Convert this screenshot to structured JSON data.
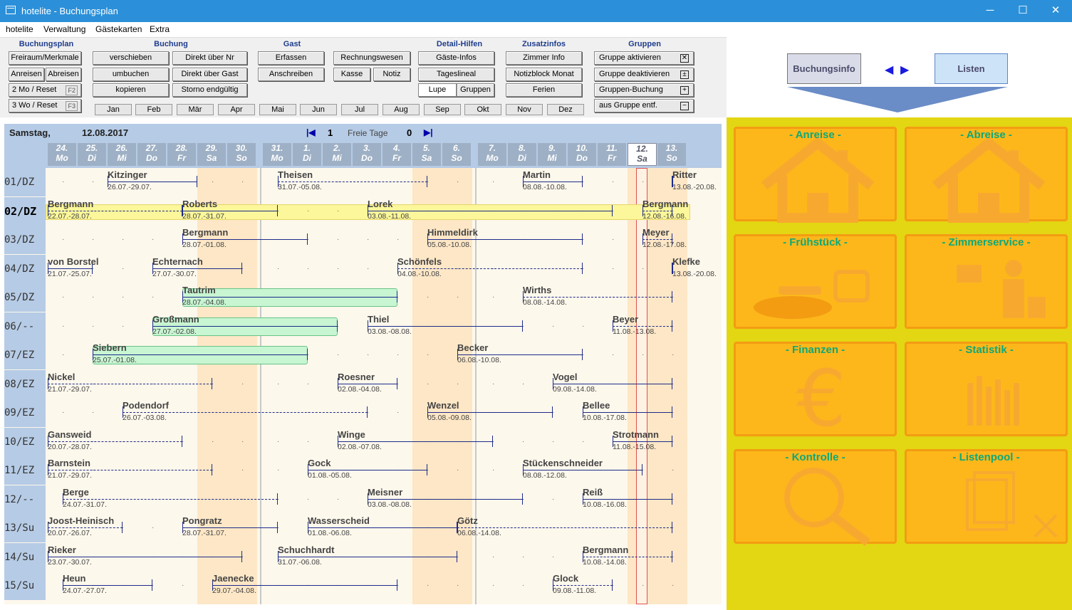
{
  "window": {
    "title": "hotelite - Buchungsplan",
    "min": "─",
    "max": "☐",
    "close": "✕"
  },
  "menu": [
    "hotelite",
    "Verwaltung",
    "Gästekarten",
    "Extra"
  ],
  "groups": {
    "buchungsplan": "Buchungsplan",
    "buchung": "Buchung",
    "gast": "Gast",
    "detail": "Detail-Hilfen",
    "zusatz": "Zusatzinfos",
    "gruppen": "Gruppen"
  },
  "buttons": {
    "freiraum": "Freiraum/Merkmale",
    "anreisen": "Anreisen",
    "abreisen": "Abreisen",
    "mo2": "2 Mo / Reset",
    "f2": "F2",
    "wo3": "3 Wo / Reset",
    "f3": "F3",
    "verschieben": "verschieben",
    "umbuchen": "umbuchen",
    "kopieren": "kopieren",
    "direkt_nr": "Direkt über Nr",
    "direkt_gast": "Direkt über Gast",
    "storno": "Storno endgültig",
    "erfassen": "Erfassen",
    "anschreiben": "Anschreiben",
    "rechnung": "Rechnungswesen",
    "kasse": "Kasse",
    "notiz": "Notiz",
    "gaeste_infos": "Gäste-Infos",
    "tageslineal": "Tageslineal",
    "lupe": "Lupe",
    "gruppen": "Gruppen",
    "zimmer_info": "Zimmer Info",
    "notizblock": "Notizblock Monat",
    "ferien": "Ferien",
    "grp_akt": "Gruppe aktivieren",
    "grp_deakt": "Gruppe deaktivieren",
    "grp_buch": "Gruppen-Buchung",
    "grp_entf": "aus Gruppe entf.",
    "buchungsinfo": "Buchungsinfo",
    "listen": "Listen"
  },
  "months": [
    "Jan",
    "Feb",
    "Mär",
    "Apr",
    "Mai",
    "Jun",
    "Jul",
    "Aug",
    "Sep",
    "Okt",
    "Nov",
    "Dez"
  ],
  "plan": {
    "weekday": "Samstag,",
    "date": "12.08.2017",
    "nav_num": "1",
    "freie_label": "Freie Tage",
    "freie_val": "0"
  },
  "days": [
    {
      "n": "24.",
      "w": "Mo"
    },
    {
      "n": "25.",
      "w": "Di"
    },
    {
      "n": "26.",
      "w": "Mi"
    },
    {
      "n": "27.",
      "w": "Do"
    },
    {
      "n": "28.",
      "w": "Fr"
    },
    {
      "n": "29.",
      "w": "Sa"
    },
    {
      "n": "30.",
      "w": "So"
    },
    {
      "n": "31.",
      "w": "Mo"
    },
    {
      "n": "1.",
      "w": "Di"
    },
    {
      "n": "2.",
      "w": "Mi"
    },
    {
      "n": "3.",
      "w": "Do"
    },
    {
      "n": "4.",
      "w": "Fr"
    },
    {
      "n": "5.",
      "w": "Sa"
    },
    {
      "n": "6.",
      "w": "So"
    },
    {
      "n": "7.",
      "w": "Mo"
    },
    {
      "n": "8.",
      "w": "Di"
    },
    {
      "n": "9.",
      "w": "Mi"
    },
    {
      "n": "10.",
      "w": "Do"
    },
    {
      "n": "11.",
      "w": "Fr"
    },
    {
      "n": "12.",
      "w": "Sa"
    },
    {
      "n": "13.",
      "w": "So"
    }
  ],
  "rooms": [
    "01/DZ",
    "02/DZ",
    "03/DZ",
    "04/DZ",
    "05/DZ",
    "06/--",
    "07/EZ",
    "08/EZ",
    "09/EZ",
    "10/EZ",
    "11/EZ",
    "12/--",
    "13/Su",
    "14/Su",
    "15/Su"
  ],
  "bookings": [
    {
      "room": 0,
      "name": "Kitzinger",
      "dates": "26.07.-29.07.",
      "s": 2,
      "e": 5
    },
    {
      "room": 0,
      "name": "Theisen",
      "dates": "31.07.-05.08.",
      "s": 7.5,
      "e": 12.5
    },
    {
      "room": 0,
      "name": "Martin",
      "dates": "08.08.-10.08.",
      "s": 15.5,
      "e": 17.5
    },
    {
      "room": 0,
      "name": "Ritter",
      "dates": "13.08.-20.08.",
      "s": 20.5,
      "e": 21.5
    },
    {
      "room": 1,
      "name": "Bergmann",
      "dates": "22.07.-28.07.",
      "s": -0.5,
      "e": 4.5
    },
    {
      "room": 1,
      "name": "Roberts",
      "dates": "28.07.-31.07.",
      "s": 4.5,
      "e": 7.5
    },
    {
      "room": 1,
      "name": "Lorek",
      "dates": "03.08.-11.08.",
      "s": 10.5,
      "e": 18.5
    },
    {
      "room": 1,
      "name": "Bergmann",
      "dates": "12.08.-16.08.",
      "s": 19.5,
      "e": 21.5
    },
    {
      "room": 2,
      "name": "Bergmann",
      "dates": "28.07.-01.08.",
      "s": 4.5,
      "e": 8.5
    },
    {
      "room": 2,
      "name": "Himmeldirk",
      "dates": "05.08.-10.08.",
      "s": 12.5,
      "e": 17.5
    },
    {
      "room": 2,
      "name": "Meyer",
      "dates": "12.08.-17.08.",
      "s": 19.5,
      "e": 21.5
    },
    {
      "room": 3,
      "name": "von Borstel",
      "dates": "21.07.-25.07.",
      "s": -0.5,
      "e": 1.5
    },
    {
      "room": 3,
      "name": "Echternach",
      "dates": "27.07.-30.07.",
      "s": 3.5,
      "e": 6.5
    },
    {
      "room": 3,
      "name": "Schönfels",
      "dates": "04.08.-10.08.",
      "s": 11.5,
      "e": 17.5
    },
    {
      "room": 3,
      "name": "Klefke",
      "dates": "13.08.-20.08.",
      "s": 20.5,
      "e": 21.5
    },
    {
      "room": 4,
      "name": "Tautrim",
      "dates": "28.07.-04.08.",
      "s": 4.5,
      "e": 11.5,
      "box": 1
    },
    {
      "room": 4,
      "name": "Wirths",
      "dates": "08.08.-14.08.",
      "s": 15.5,
      "e": 21.5
    },
    {
      "room": 5,
      "name": "Großmann",
      "dates": "27.07.-02.08.",
      "s": 3.5,
      "e": 9.5,
      "box": 1
    },
    {
      "room": 5,
      "name": "Thiel",
      "dates": "03.08.-08.08.",
      "s": 10.5,
      "e": 15.5
    },
    {
      "room": 5,
      "name": "Beyer",
      "dates": "11.08.-13.08.",
      "s": 18.5,
      "e": 20.5
    },
    {
      "room": 6,
      "name": "Siebern",
      "dates": "25.07.-01.08.",
      "s": 1.5,
      "e": 8.5,
      "box": 1
    },
    {
      "room": 6,
      "name": "Becker",
      "dates": "06.08.-10.08.",
      "s": 13.5,
      "e": 17.5
    },
    {
      "room": 7,
      "name": "Nickel",
      "dates": "21.07.-29.07.",
      "s": -0.5,
      "e": 5.5
    },
    {
      "room": 7,
      "name": "Roesner",
      "dates": "02.08.-04.08.",
      "s": 9.5,
      "e": 11.5
    },
    {
      "room": 7,
      "name": "Vogel",
      "dates": "09.08.-14.08.",
      "s": 16.5,
      "e": 21.5
    },
    {
      "room": 8,
      "name": "Podendorf",
      "dates": "26.07.-03.08.",
      "s": 2.5,
      "e": 10.5
    },
    {
      "room": 8,
      "name": "Wenzel",
      "dates": "05.08.-09.08.",
      "s": 12.5,
      "e": 16.5
    },
    {
      "room": 8,
      "name": "Bellee",
      "dates": "10.08.-17.08.",
      "s": 17.5,
      "e": 21.5
    },
    {
      "room": 9,
      "name": "Gansweid",
      "dates": "20.07.-28.07.",
      "s": -0.5,
      "e": 4.5
    },
    {
      "room": 9,
      "name": "Winge",
      "dates": "02.08.-07.08.",
      "s": 9.5,
      "e": 14.5
    },
    {
      "room": 9,
      "name": "Strotmann",
      "dates": "11.08.-15.08.",
      "s": 18.5,
      "e": 21.5
    },
    {
      "room": 10,
      "name": "Barnstein",
      "dates": "21.07.-29.07.",
      "s": -0.5,
      "e": 5.5
    },
    {
      "room": 10,
      "name": "Gock",
      "dates": "01.08.-05.08.",
      "s": 8.5,
      "e": 12.5
    },
    {
      "room": 10,
      "name": "Stückenschneider",
      "dates": "08.08.-12.08.",
      "s": 15.5,
      "e": 19.5
    },
    {
      "room": 11,
      "name": "Berge",
      "dates": "24.07.-31.07.",
      "s": 0.5,
      "e": 7.5
    },
    {
      "room": 11,
      "name": "Meisner",
      "dates": "03.08.-08.08.",
      "s": 10.5,
      "e": 15.5
    },
    {
      "room": 11,
      "name": "Reiß",
      "dates": "10.08.-16.08.",
      "s": 17.5,
      "e": 21.5
    },
    {
      "room": 12,
      "name": "Joost-Heinisch",
      "dates": "20.07.-26.07.",
      "s": -0.5,
      "e": 2.5
    },
    {
      "room": 12,
      "name": "Pongratz",
      "dates": "28.07.-31.07.",
      "s": 4.5,
      "e": 7.5
    },
    {
      "room": 12,
      "name": "Wasserscheid",
      "dates": "01.08.-06.08.",
      "s": 8.5,
      "e": 13.5
    },
    {
      "room": 12,
      "name": "Götz",
      "dates": "06.08.-14.08.",
      "s": 13.5,
      "e": 21.5
    },
    {
      "room": 13,
      "name": "Rieker",
      "dates": "23.07.-30.07.",
      "s": -0.5,
      "e": 6.5
    },
    {
      "room": 13,
      "name": "Schuchhardt",
      "dates": "31.07.-06.08.",
      "s": 7.5,
      "e": 13.5
    },
    {
      "room": 13,
      "name": "Bergmann",
      "dates": "10.08.-14.08.",
      "s": 17.5,
      "e": 21.5
    },
    {
      "room": 14,
      "name": "Heun",
      "dates": "24.07.-27.07.",
      "s": 0.5,
      "e": 3.5
    },
    {
      "room": 14,
      "name": "Jaenecke",
      "dates": "29.07.-04.08.",
      "s": 5.5,
      "e": 11.5
    },
    {
      "room": 14,
      "name": "Glock",
      "dates": "09.08.-11.08.",
      "s": 16.5,
      "e": 18.5
    }
  ],
  "tiles": [
    "- Anreise -",
    "- Abreise -",
    "- Frühstück -",
    "- Zimmerservice -",
    "- Finanzen -",
    "- Statistik -",
    "- Kontrolle -",
    "- Listenpool -"
  ],
  "colors": {
    "titlebar": "#2b90d9",
    "tiles": "#fdb71a",
    "tile_border": "#f39c12",
    "tile_text": "#0fa878",
    "panel": "#e3d612",
    "highlight_row": "#fbf79a",
    "weekend": "#fde7c6"
  }
}
